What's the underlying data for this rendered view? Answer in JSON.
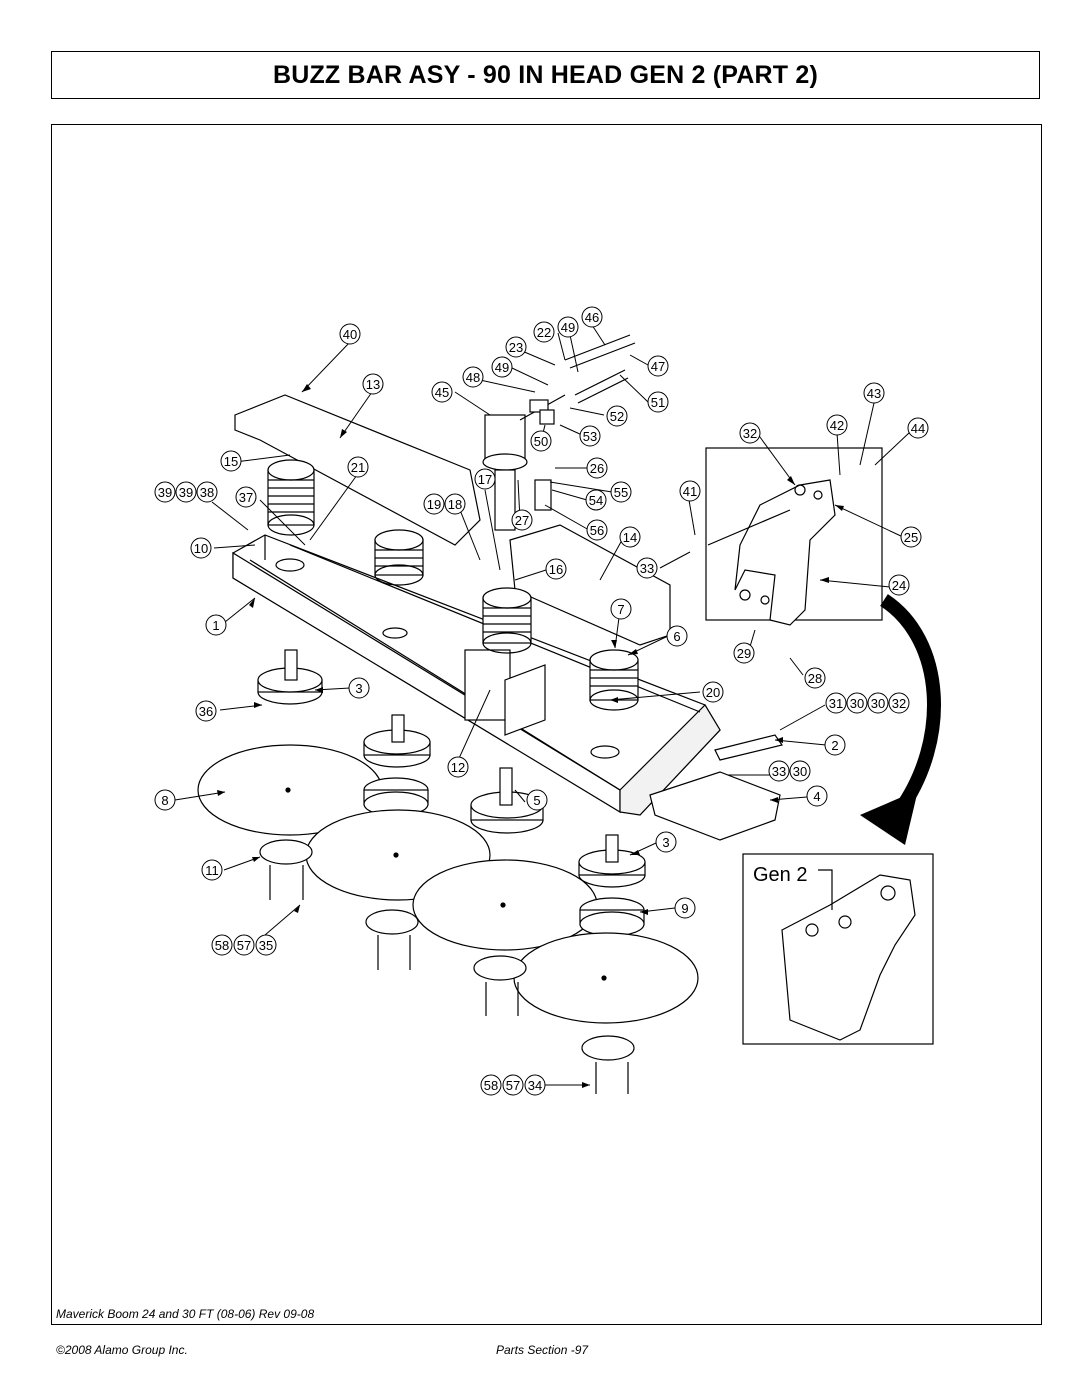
{
  "title": "BUZZ BAR ASY - 90 IN HEAD GEN 2 (PART 2)",
  "inset_label": "Gen 2",
  "callouts": {
    "c40": "40",
    "c46": "46",
    "c22": "22",
    "c49a": "49",
    "c23": "23",
    "c49b": "49",
    "c47": "47",
    "c13": "13",
    "c45": "45",
    "c48": "48",
    "c51": "51",
    "c43": "43",
    "c52": "52",
    "c32a": "32",
    "c42": "42",
    "c44": "44",
    "c53": "53",
    "c50": "50",
    "c15": "15",
    "c21": "21",
    "c26": "26",
    "c17": "17",
    "c41": "41",
    "c55": "55",
    "c39a": "39",
    "c39b": "39",
    "c38": "38",
    "c37": "37",
    "c19": "19",
    "c18": "18",
    "c54": "54",
    "c25": "25",
    "c27": "27",
    "c56": "56",
    "c14": "14",
    "c10": "10",
    "c33a": "33",
    "c16": "16",
    "c24": "24",
    "c7": "7",
    "c1": "1",
    "c6": "6",
    "c29": "29",
    "c28": "28",
    "c3a": "3",
    "c20": "20",
    "c36": "36",
    "c31": "31",
    "c30a": "30",
    "c30b": "30",
    "c32b": "32",
    "c2": "2",
    "c12": "12",
    "c33b": "33",
    "c30c": "30",
    "c8": "8",
    "c5": "5",
    "c4": "4",
    "c3b": "3",
    "c11": "11",
    "c9": "9",
    "c58a": "58",
    "c57a": "57",
    "c35": "35",
    "c58b": "58",
    "c57b": "57",
    "c34": "34"
  },
  "footer": {
    "model": "Maverick Boom 24 and 30 FT (08-06) Rev 09-08",
    "copyright": "©2008 Alamo Group Inc.",
    "page": "Parts Section -97"
  }
}
